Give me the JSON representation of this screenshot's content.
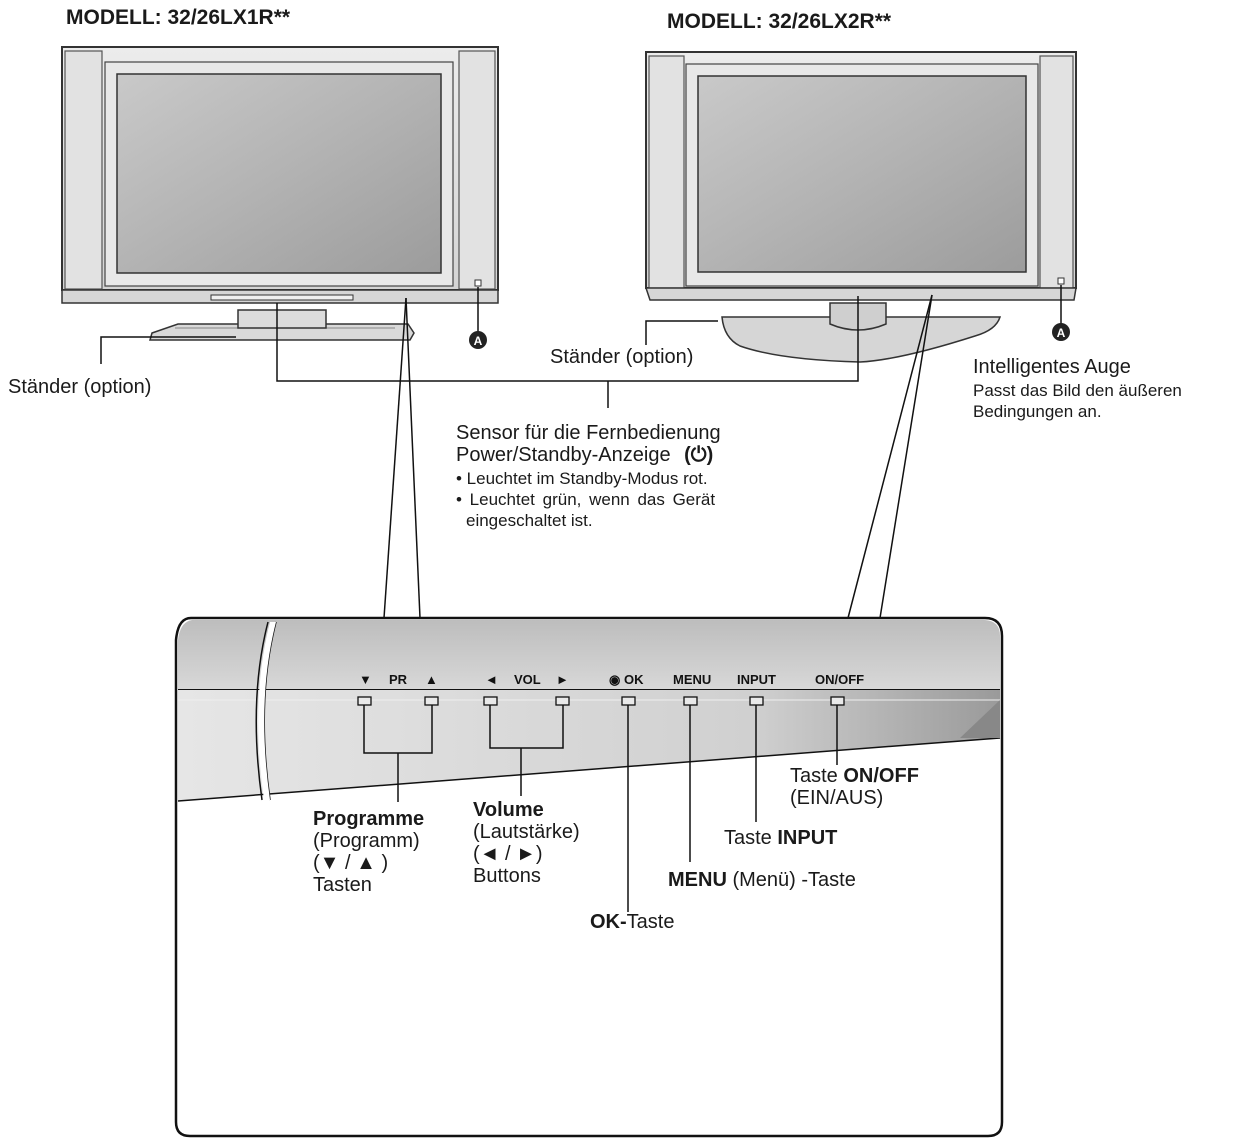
{
  "models": {
    "left": "MODELL: 32/26LX1R**",
    "right": "MODELL: 32/26LX2R**"
  },
  "callouts": {
    "marker_letter": "A",
    "stand_left": "Ständer (option)",
    "stand_right": "Ständer (option)",
    "eye_title": "Intelligentes Auge",
    "eye_desc_line1": "Passt das Bild den äußeren",
    "eye_desc_line2": "Bedingungen an.",
    "sensor_line1": "Sensor für die Fernbedienung",
    "sensor_line2": "Power/Standby-Anzeige",
    "sensor_symbol": "(⏻)",
    "sensor_bullet1": "• Leuchtet im Standby-Modus rot.",
    "sensor_bullet2a": "• Leuchtet grün, wenn das Gerät",
    "sensor_bullet2b": "eingeschaltet ist."
  },
  "panel_buttons": {
    "pr_down": "▼",
    "pr": "PR",
    "pr_up": "▲",
    "vol_left": "◄",
    "vol": "VOL",
    "vol_right": "►",
    "ok": "◉ OK",
    "menu": "MENU",
    "input": "INPUT",
    "onoff": "ON/OFF"
  },
  "labels": {
    "programme_bold": "Programme",
    "programme_sub": "(Programm)",
    "programme_arrows": "(▼ / ▲ )",
    "programme_end": "Tasten",
    "volume_bold": "Volume",
    "volume_sub": "(Lautstärke)",
    "volume_arrows": "(◄ / ►)",
    "volume_end": "Buttons",
    "ok_bold": "OK-",
    "ok_rest": "Taste",
    "menu_bold": "MENU",
    "menu_rest": " (Menü) -Taste",
    "input_pre": "Taste ",
    "input_bold": "INPUT",
    "onoff_pre": "Taste ",
    "onoff_bold": "ON/OFF",
    "onoff_sub": "(EIN/AUS)"
  }
}
